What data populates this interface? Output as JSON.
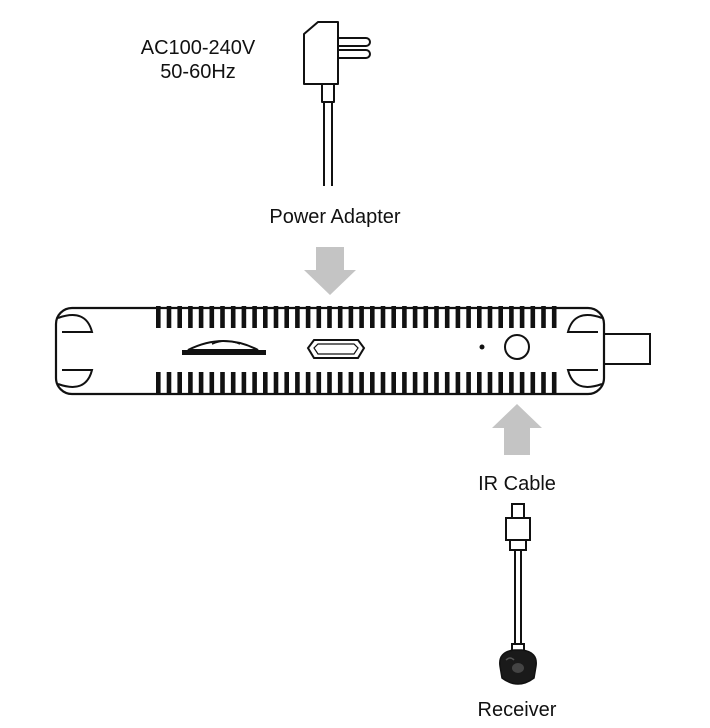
{
  "labels": {
    "power_spec_line1": "AC100-240V",
    "power_spec_line2": "50-60Hz",
    "power_adapter": "Power Adapter",
    "ir_cable": "IR Cable",
    "receiver": "Receiver"
  },
  "colors": {
    "line": "#111111",
    "arrow": "#c4c4c4",
    "background": "#ffffff",
    "receiver_head": "#1a1a1a"
  },
  "icons": {
    "power_plug": "wall-plug-icon",
    "device": "tv-box-stick-icon",
    "ir_receiver": "ir-receiver-icon"
  }
}
